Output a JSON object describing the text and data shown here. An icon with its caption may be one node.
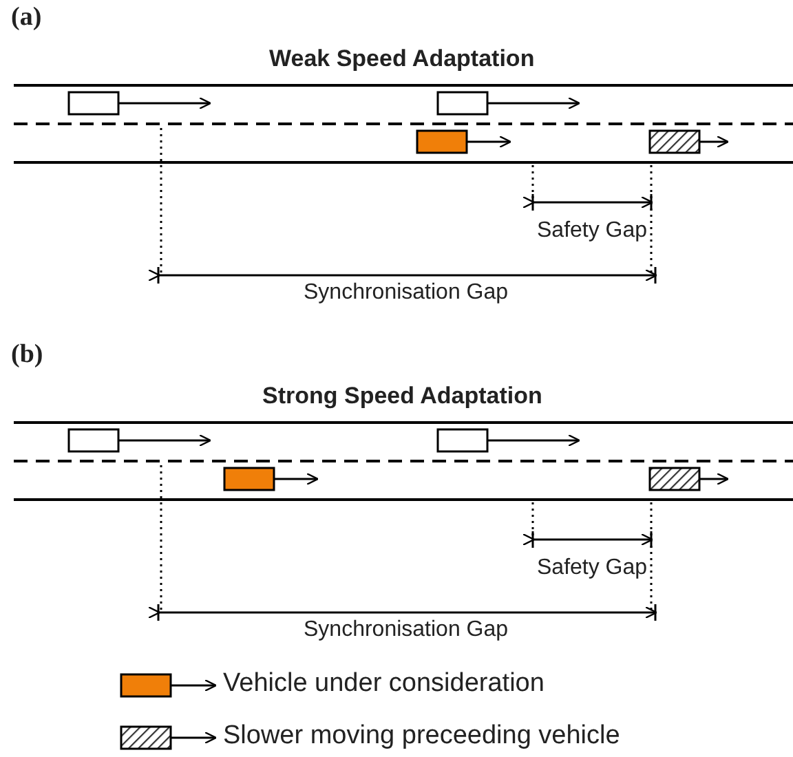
{
  "diagram": {
    "labels": [
      "(a)",
      "Weak Speed Adaptation",
      "Safety Gap",
      "Synchronisation Gap",
      "(b)",
      "Strong Speed Adaptation",
      "Safety Gap",
      "Synchronisation Gap"
    ],
    "legend": [
      {
        "text": "Vehicle under consideration",
        "color": "#f07f09"
      },
      {
        "text": "Slower moving preceeding vehicle"
      }
    ]
  }
}
